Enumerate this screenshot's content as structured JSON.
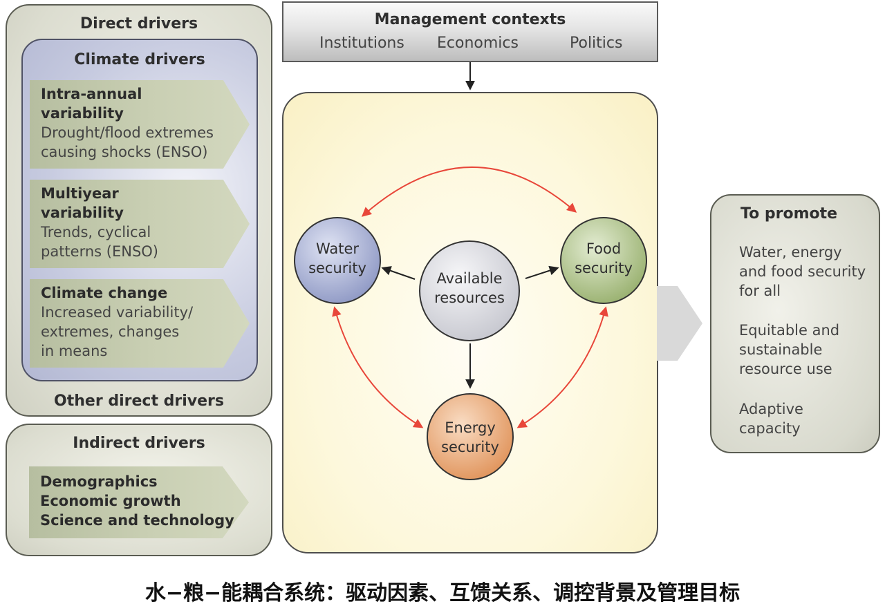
{
  "direct_drivers": {
    "title": "Direct drivers",
    "climate": {
      "title": "Climate drivers",
      "items": [
        {
          "bold": "Intra-annual",
          "bold2": "variability",
          "line1": "Drought/flood extremes",
          "line2": "causing shocks (ENSO)"
        },
        {
          "bold": "Multiyear",
          "bold2": "variability",
          "line1": "Trends, cyclical",
          "line2": "patterns (ENSO)"
        },
        {
          "bold": "Climate change",
          "line1": "Increased variability/",
          "line2": "extremes, changes",
          "line3": "in means"
        }
      ]
    },
    "other": "Other direct drivers"
  },
  "indirect_drivers": {
    "title": "Indirect drivers",
    "items": [
      "Demographics",
      "Economic growth",
      "Science and technology"
    ]
  },
  "management": {
    "title": "Management contexts",
    "items": [
      "Institutions",
      "Economics",
      "Politics"
    ]
  },
  "nexus": {
    "water": {
      "line1": "Water",
      "line2": "security"
    },
    "food": {
      "line1": "Food",
      "line2": "security"
    },
    "energy": {
      "line1": "Energy",
      "line2": "security"
    },
    "resources": {
      "line1": "Available",
      "line2": "resources"
    }
  },
  "promote": {
    "title": "To promote",
    "item1": {
      "line1": "Water, energy",
      "line2": "and food security",
      "line3": "for all"
    },
    "item2": {
      "line1": "Equitable and",
      "line2": "sustainable",
      "line3": "resource use"
    },
    "item3": {
      "line1": "Adaptive",
      "line2": "capacity"
    }
  },
  "caption": "水−粮−能耦合系统：驱动因素、互馈关系、调控背景及管理目标",
  "colors": {
    "water": "#8e98c4",
    "food": "#98b06e",
    "energy": "#e0935a",
    "resources": "#c6c7cf",
    "feedback_arrow": "#e8473a"
  }
}
